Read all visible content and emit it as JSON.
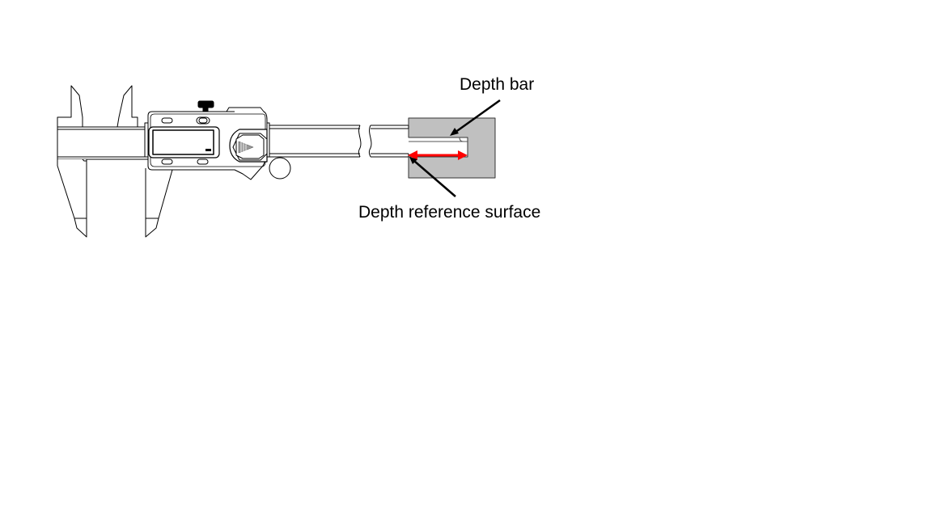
{
  "diagram": {
    "subject": "Digital caliper depth measurement",
    "labels": {
      "depth_bar": "Depth bar",
      "depth_reference_surface": "Depth reference surface"
    },
    "colors": {
      "outline": "#000000",
      "workpiece_fill": "#c0c0c0",
      "measurement_arrow": "#ff0000",
      "leader_line": "#000000",
      "background": "#ffffff"
    },
    "parts": [
      "outside-jaws",
      "inside-jaws",
      "main-beam",
      "slider-body",
      "lcd-display",
      "lock-screw",
      "buttons",
      "thumb-wheel",
      "beam-break",
      "workpiece",
      "depth-bar",
      "measurement-arrow"
    ]
  }
}
